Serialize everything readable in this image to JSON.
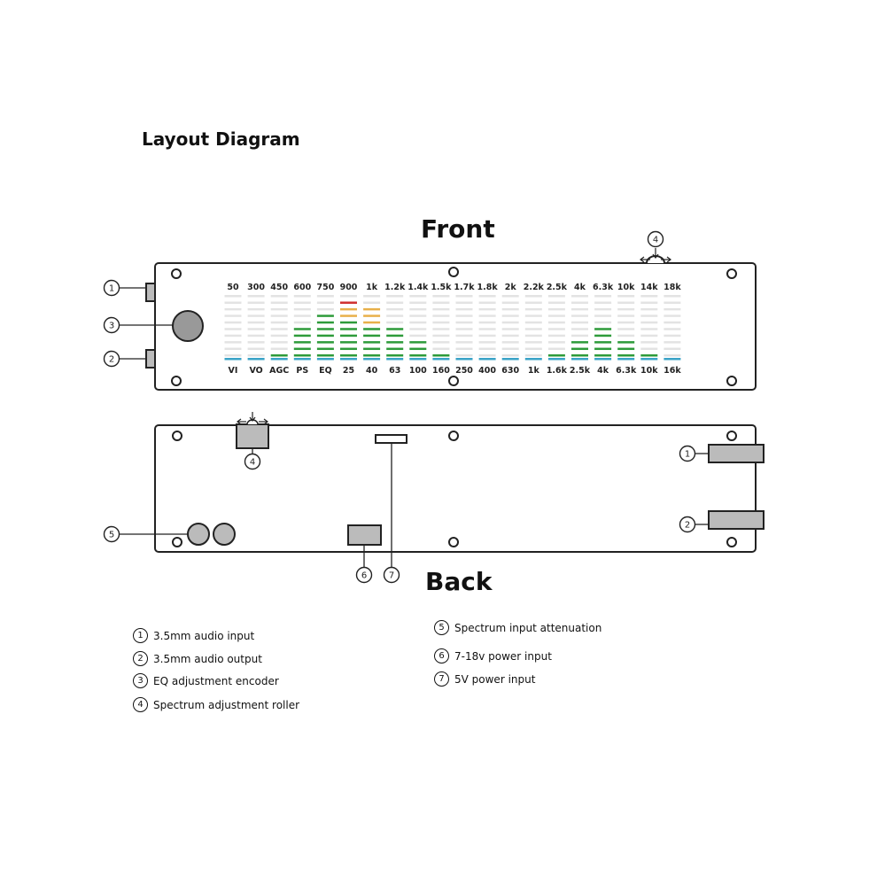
{
  "title": "Layout Diagram",
  "front_label": "Front",
  "back_label": "Back",
  "bands_top": [
    "50",
    "300",
    "450",
    "600",
    "750",
    "900",
    "1k",
    "1.2k",
    "1.4k",
    "1.5k",
    "1.7k",
    "1.8k",
    "2k",
    "2.2k",
    "2.5k",
    "4k",
    "6.3k",
    "10k",
    "14k",
    "18k"
  ],
  "bands_bottom": [
    "VI",
    "VO",
    "AGC",
    "PS",
    "EQ",
    "25",
    "40",
    "63",
    "100",
    "160",
    "250",
    "400",
    "630",
    "1k",
    "1.6k",
    "2.5k",
    "4k",
    "6.3k",
    "10k",
    "16k"
  ],
  "bar_levels": [
    0,
    0,
    1,
    5,
    7,
    9,
    8,
    5,
    3,
    1,
    0,
    0,
    0,
    0,
    1,
    3,
    5,
    3,
    1,
    0
  ],
  "colors": {
    "baseline": "#3aa3c7",
    "green": "#2e9b3a",
    "yellow": "#e8b04a",
    "red": "#cf3030",
    "inactive": "#e3e3e3",
    "panel_stroke": "#222222",
    "component": "#b8b8b8"
  },
  "callouts": {
    "front": [
      "1",
      "3",
      "2",
      "4"
    ],
    "back": [
      "4",
      "1",
      "2",
      "5",
      "6",
      "7"
    ]
  },
  "legend": [
    {
      "num": "1",
      "text": "3.5mm audio input"
    },
    {
      "num": "2",
      "text": "3.5mm audio output"
    },
    {
      "num": "3",
      "text": "EQ adjustment encoder"
    },
    {
      "num": "4",
      "text": "Spectrum adjustment roller"
    },
    {
      "num": "5",
      "text": "Spectrum input attenuation"
    },
    {
      "num": "6",
      "text": "7-18v power input"
    },
    {
      "num": "7",
      "text": "5V power input"
    }
  ]
}
